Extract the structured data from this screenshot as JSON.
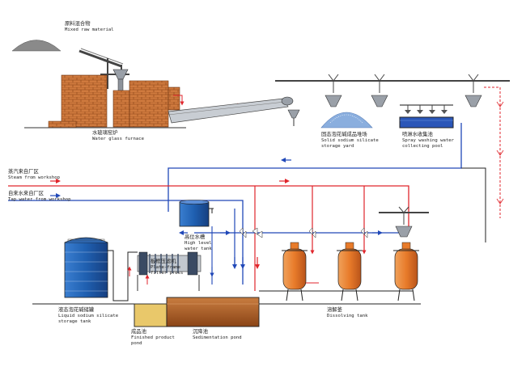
{
  "colors": {
    "steam": "#e0262c",
    "water": "#2048b8",
    "pipe": "#333333",
    "brick": "#c9703a",
    "tank_blue": "#1f5fb0",
    "tank_orange": "#e87b2a",
    "solid_silicate": "#8aaede",
    "finished_pond": "#e9c86a",
    "sediment_pond": "#b7642b"
  },
  "labels": {
    "raw_material": {
      "cn": "原料混合物",
      "en": "Mixed raw material"
    },
    "furnace": {
      "cn": "水玻璃窑炉",
      "en": "Water glass furnace"
    },
    "storage_yard": {
      "cn": "固态泡花碱成品堆场",
      "en": "Solid sodium silicate",
      "en2": "storage yard"
    },
    "spray_pool": {
      "cn": "喷淋水收集池",
      "en": "Spray washing water",
      "en2": "collecting pool"
    },
    "steam": {
      "cn": "蒸汽来自厂区",
      "en": "Steam from workshop"
    },
    "tap_water": {
      "cn": "自来水来自厂区",
      "en": "Tap water from workshop"
    },
    "high_tank": {
      "cn": "高位水槽",
      "en": "High level",
      "en2": "water tank"
    },
    "filter_press": {
      "cn": "板框压滤机",
      "en": "Plate-frame",
      "en2": "filter press"
    },
    "liquid_tank": {
      "cn": "液态泡花碱储罐",
      "en": "Liquid sodium silicate",
      "en2": "storage tank"
    },
    "finished_pond": {
      "cn": "成品池",
      "en": "Finished product",
      "en2": "pond"
    },
    "sediment_pond": {
      "cn": "沉降池",
      "en": "Sedimentation pond"
    },
    "dissolving_tank": {
      "cn": "溶解釜",
      "en": "Dissolving tank"
    }
  },
  "icons": [
    "raw-material-pile",
    "hopper",
    "conveyor-belt",
    "overhead-crane",
    "storage-tank",
    "dissolving-tank",
    "filter-press",
    "valve",
    "flow-arrow"
  ]
}
